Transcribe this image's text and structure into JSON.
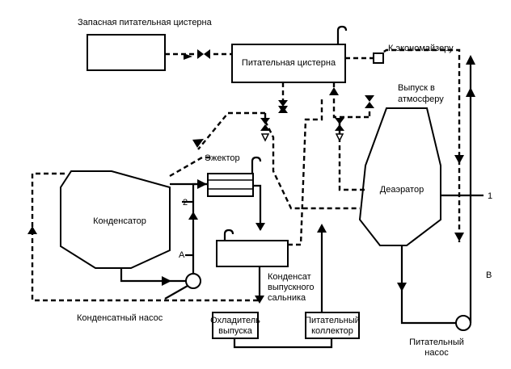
{
  "labels": {
    "reserve_tank": "Запасная питательная цистерна",
    "feed_tank": "Питательная цистерна",
    "to_economizer": "К экономайзеру",
    "vent_line1": "Выпуск в",
    "vent_line2": "атмосферу",
    "ejector": "Эжектор",
    "condenser": "Конденсатор",
    "deaerator": "Деаэратор",
    "condensate_line1": "Конденсат",
    "condensate_line2": "выпускного",
    "condensate_line3": "сальника",
    "cooler_line1": "Охладитель",
    "cooler_line2": "выпуска",
    "feed_collector_line1": "Питательный",
    "feed_collector_line2": "коллектор",
    "condensate_pump": "Конденсатный насос",
    "feed_pump_line1": "Питательный",
    "feed_pump_line2": "насос",
    "marker_1": "1",
    "marker_2": "2",
    "marker_A": "А",
    "marker_B": "В"
  }
}
